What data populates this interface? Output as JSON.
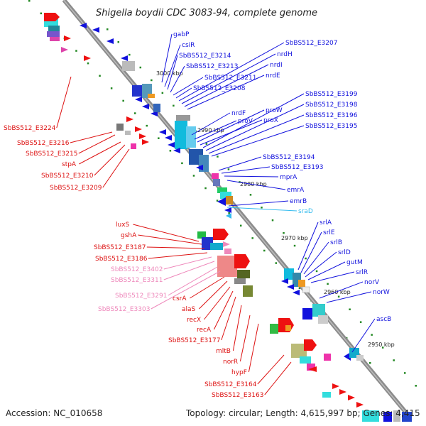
{
  "title": "Shigella boydii CDC 3083-94, complete genome",
  "footer": {
    "accession": "Accession: NC_010658",
    "topology": "Topology: circular; Length: 4,615,997 bp; Genes: 4,415"
  },
  "colors": {
    "backbone": "#8c8c8c",
    "forward": "#ee1111",
    "reverse": "#1111dd",
    "rna": "#33bbee",
    "pseudo": "#ee88bb",
    "tick": "#228822"
  },
  "scale_labels": [
    "3000 kbp",
    "2990 kbp",
    "2980 kbp",
    "2970 kbp",
    "2960 kbp",
    "2950 kbp"
  ],
  "right_labels": [
    {
      "text": "gabP",
      "color": "#1111dd"
    },
    {
      "text": "csiR",
      "color": "#1111dd"
    },
    {
      "text": "SbBS512_E3214",
      "color": "#1111dd"
    },
    {
      "text": "SbBS512_E3213",
      "color": "#1111dd"
    },
    {
      "text": "SbBS512_E3211",
      "color": "#1111dd"
    },
    {
      "text": "SbBS512_E3208",
      "color": "#1111dd"
    },
    {
      "text": "SbBS512_E3207",
      "color": "#1111dd"
    },
    {
      "text": "nrdH",
      "color": "#1111dd"
    },
    {
      "text": "nrdI",
      "color": "#1111dd"
    },
    {
      "text": "nrdE",
      "color": "#1111dd"
    },
    {
      "text": "nrdF",
      "color": "#1111dd"
    },
    {
      "text": "proV",
      "color": "#1111dd"
    },
    {
      "text": "proW",
      "color": "#1111dd"
    },
    {
      "text": "proX",
      "color": "#1111dd"
    },
    {
      "text": "SbBS512_E3199",
      "color": "#1111dd"
    },
    {
      "text": "SbBS512_E3198",
      "color": "#1111dd"
    },
    {
      "text": "SbBS512_E3196",
      "color": "#1111dd"
    },
    {
      "text": "SbBS512_E3195",
      "color": "#1111dd"
    },
    {
      "text": "SbBS512_E3194",
      "color": "#1111dd"
    },
    {
      "text": "SbBS512_E3193",
      "color": "#1111dd"
    },
    {
      "text": "mprA",
      "color": "#1111dd"
    },
    {
      "text": "emrA",
      "color": "#1111dd"
    },
    {
      "text": "emrB",
      "color": "#1111dd"
    },
    {
      "text": "sraD",
      "color": "#33bbee"
    },
    {
      "text": "srlA",
      "color": "#1111dd"
    },
    {
      "text": "srlE",
      "color": "#1111dd"
    },
    {
      "text": "srlB",
      "color": "#1111dd"
    },
    {
      "text": "srlD",
      "color": "#1111dd"
    },
    {
      "text": "gutM",
      "color": "#1111dd"
    },
    {
      "text": "srlR",
      "color": "#1111dd"
    },
    {
      "text": "norV",
      "color": "#1111dd"
    },
    {
      "text": "norW",
      "color": "#1111dd"
    },
    {
      "text": "ascB",
      "color": "#1111dd"
    }
  ],
  "left_labels": [
    {
      "text": "SbBS512_E3224",
      "color": "#dd1111"
    },
    {
      "text": "SbBS512_E3216",
      "color": "#dd1111"
    },
    {
      "text": "SbBS512_E3215",
      "color": "#dd1111"
    },
    {
      "text": "stpA",
      "color": "#dd1111"
    },
    {
      "text": "SbBS512_E3210",
      "color": "#dd1111"
    },
    {
      "text": "SbBS512_E3209",
      "color": "#dd1111"
    },
    {
      "text": "luxS",
      "color": "#dd1111"
    },
    {
      "text": "gshA",
      "color": "#dd1111"
    },
    {
      "text": "SbBS512_E3187",
      "color": "#dd1111"
    },
    {
      "text": "SbBS512_E3186",
      "color": "#dd1111"
    },
    {
      "text": "SbBS512_E3402",
      "color": "#ee88bb"
    },
    {
      "text": "SbBS512_E3311",
      "color": "#ee88bb"
    },
    {
      "text": "SbBS512_E3291",
      "color": "#ee88bb"
    },
    {
      "text": "SbBS512_E3303",
      "color": "#ee88bb"
    },
    {
      "text": "csrA",
      "color": "#dd1111"
    },
    {
      "text": "alaS",
      "color": "#dd1111"
    },
    {
      "text": "recX",
      "color": "#dd1111"
    },
    {
      "text": "recA",
      "color": "#dd1111"
    },
    {
      "text": "SbBS512_E3177",
      "color": "#dd1111"
    },
    {
      "text": "mltB",
      "color": "#dd1111"
    },
    {
      "text": "norR",
      "color": "#dd1111"
    },
    {
      "text": "hypF",
      "color": "#dd1111"
    },
    {
      "text": "SbBS512_E3164",
      "color": "#dd1111"
    },
    {
      "text": "SbBS512_E3163",
      "color": "#dd1111"
    }
  ]
}
